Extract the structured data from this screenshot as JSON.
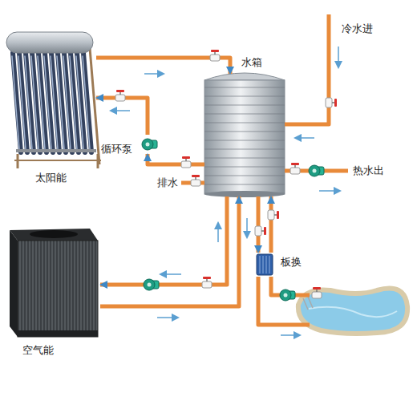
{
  "diagram": {
    "nodes": [
      {
        "text": [
          "太阳能"
        ]
      },
      {
        "text": [
          "水箱"
        ]
      },
      {
        "text": [
          "循环泵"
        ]
      },
      {
        "text": [
          "板换"
        ]
      },
      {
        "text": [
          "空气能"
        ]
      }
    ],
    "edges": [
      {
        "from": 0,
        "to": 1,
        "arrow": "to"
      },
      {
        "from": 1,
        "to": 2,
        "arrow": "to"
      },
      {
        "from": 2,
        "to": 0,
        "arrow": "to"
      },
      {
        "from": 4,
        "to": 1,
        "arrow": "to"
      },
      {
        "from": 1,
        "to": 4,
        "arrow": "to"
      },
      {
        "from": 1,
        "to": 3,
        "arrow": "to"
      },
      {
        "from": 3,
        "to": 1,
        "arrow": "to"
      }
    ],
    "labels": [
      "冷水进",
      "热水出",
      "排水"
    ]
  }
}
